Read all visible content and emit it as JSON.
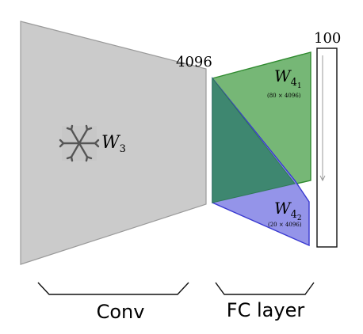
{
  "colors": {
    "conv_fill": "#cbcbcb",
    "conv_stroke": "#9a9a9a",
    "green_fill": "#6fb36f",
    "green_stroke": "#2f8a2f",
    "blue_fill": "#8e8ee8",
    "blue_stroke": "#3a3ad0",
    "overlap_fill": "#3e8770",
    "output_stroke": "#111111",
    "arrow": "#9a9a9a",
    "icon": "#555555",
    "text": "#000000"
  },
  "labels": {
    "conv_width_label": "4096",
    "output_size_label": "100",
    "conv_weight_main": "W",
    "conv_weight_sub": "3",
    "fc1_weight_main": "W",
    "fc1_weight_sub": "4",
    "fc1_weight_subsub": "1",
    "fc1_dims": "(80 × 4096)",
    "fc2_weight_main": "W",
    "fc2_weight_sub": "4",
    "fc2_weight_subsub": "2",
    "fc2_dims": "(20 × 4096)",
    "conv_caption": "Conv",
    "fc_caption": "FC layer"
  },
  "icons": {
    "conv_icon": "snowflake-icon"
  }
}
